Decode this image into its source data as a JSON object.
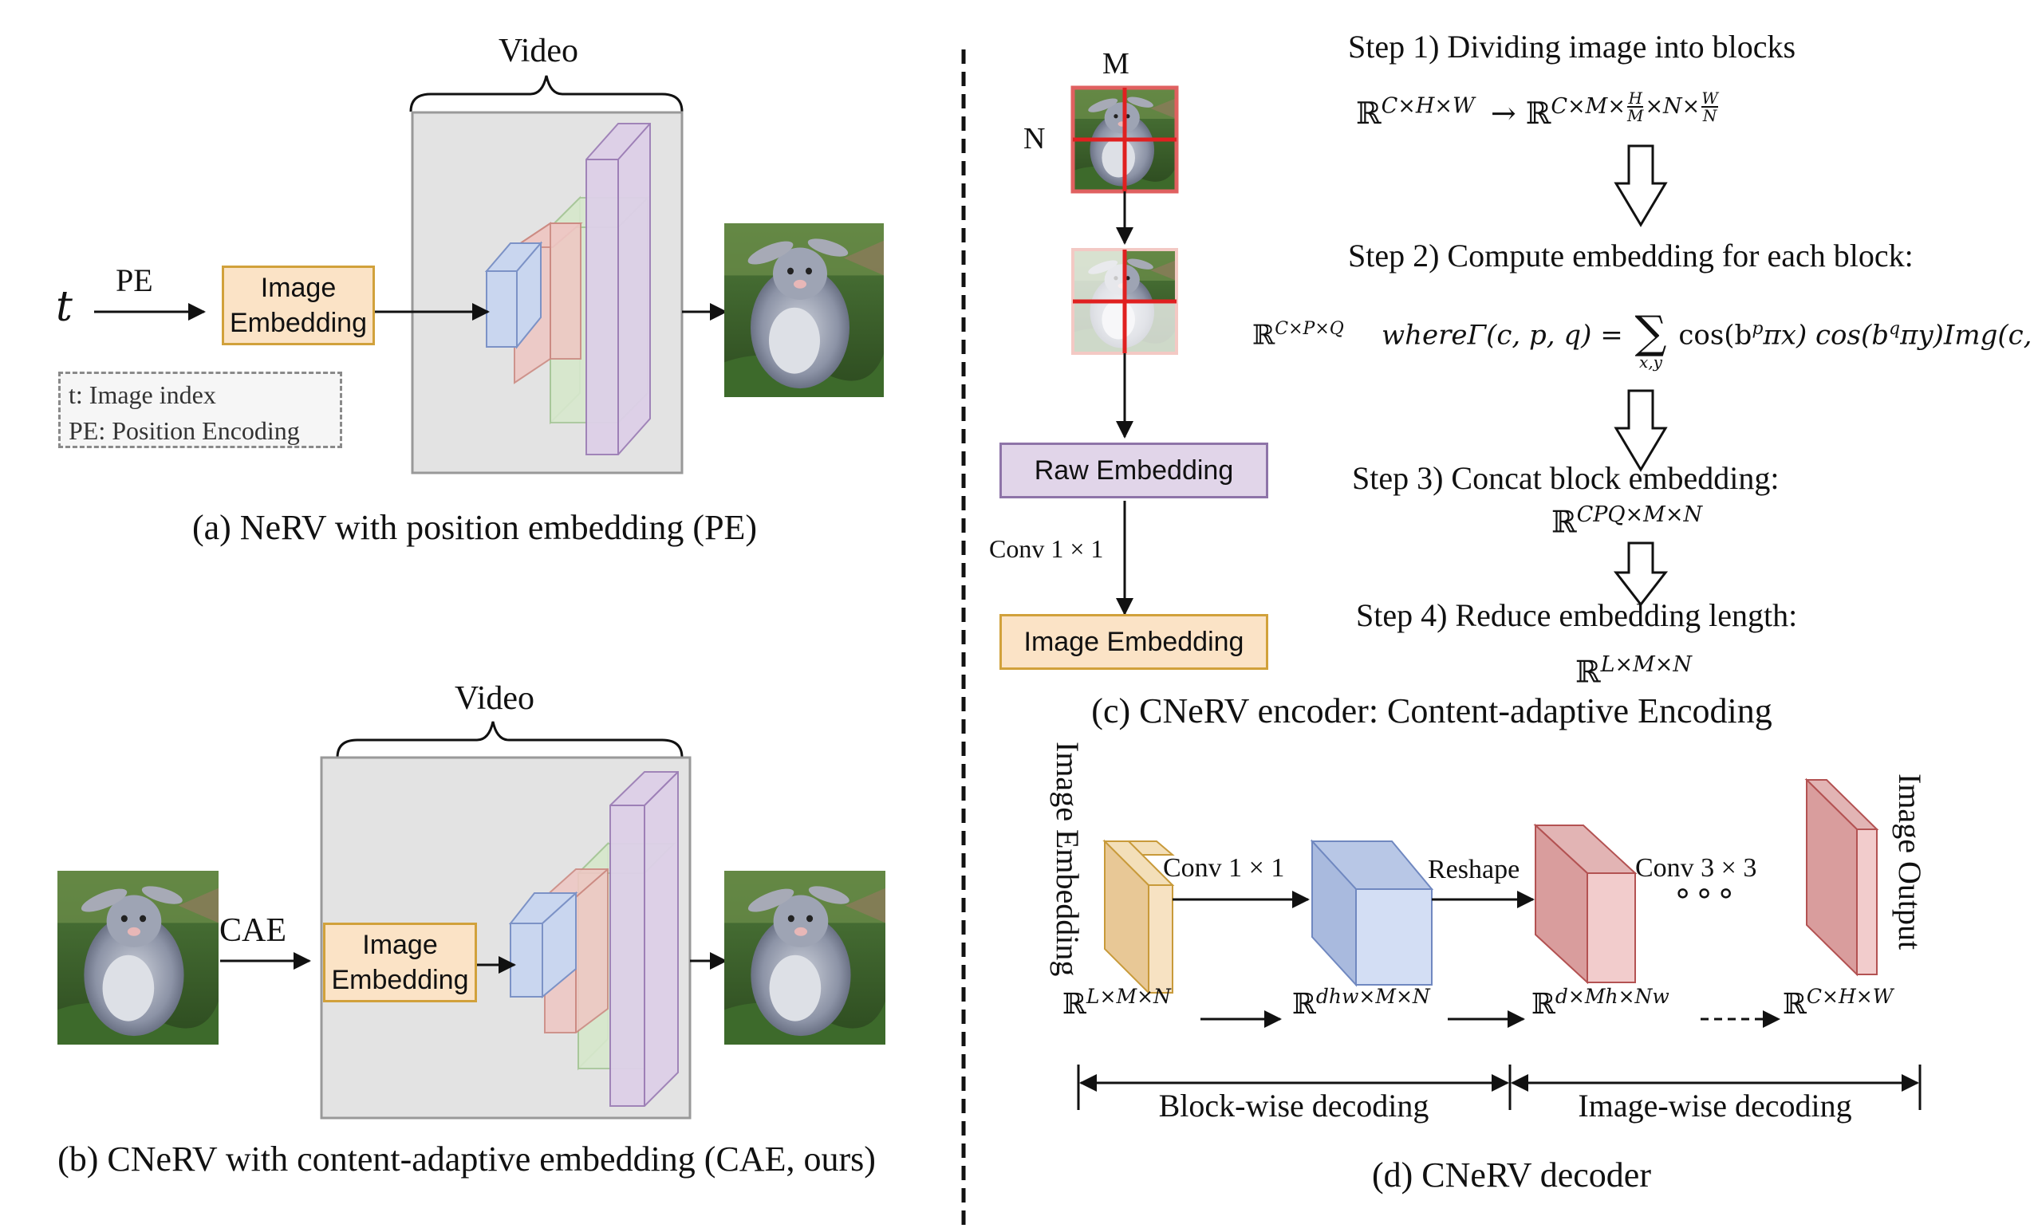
{
  "panel_a": {
    "video_label": "Video",
    "t_label": "t",
    "pe_label": "PE",
    "embedding_label_1": "Image",
    "embedding_label_2": "Embedding",
    "legend_t": "t: Image index",
    "legend_pe": "PE: Position Encoding",
    "caption": "(a) NeRV with  position embedding (PE)"
  },
  "panel_b": {
    "video_label": "Video",
    "cae_label": "CAE",
    "embedding_label_1": "Image",
    "embedding_label_2": "Embedding",
    "caption": "(b) CNeRV with content-adaptive embedding (CAE, ours)"
  },
  "panel_c": {
    "m_label": "M",
    "n_label": "N",
    "raw_embedding": "Raw Embedding",
    "conv_label": "Conv 1 × 1",
    "image_embedding": "Image Embedding",
    "step1": "Step 1)  Dividing image into blocks",
    "step1_math_lhs": "ℝ",
    "step1_math_lhs_sup": "C×H×W",
    "step1_math_arrow": "→ ℝ",
    "step1_math_rhs_sup": "C×M×",
    "step1_frac1_num": "H",
    "step1_frac1_den": "M",
    "step1_mid": "×N×",
    "step1_frac2_num": "W",
    "step1_frac2_den": "N",
    "step2": "Step 2)  Compute embedding for each block:",
    "step2_space": "ℝ",
    "step2_space_sup": "C×P×Q",
    "step2_formula_a": "whereΓ(c, p, q) =",
    "step2_sum": "∑",
    "step2_sum_sub": "x,y",
    "step2_formula_b": "cos(b",
    "step2_sup_p": "p",
    "step2_formula_c": "πx) cos(b",
    "step2_sup_q": "q",
    "step2_formula_d": "πy)Img(c, x, y)",
    "step3": "Step 3)  Concat block embedding:",
    "step3_math": "ℝ",
    "step3_math_sup": "CPQ×M×N",
    "step4": "Step 4)  Reduce embedding length:",
    "step4_math": "ℝ",
    "step4_math_sup": "L×M×N",
    "caption": "(c) CNeRV encoder: Content-adaptive Encoding"
  },
  "panel_d": {
    "image_embedding_vertical": "Image Embedding",
    "conv1": "Conv 1 × 1",
    "reshape": "Reshape",
    "conv3": "Conv 3 × 3",
    "dots": "∘∘∘",
    "image_output_vertical": "Image Output",
    "dim1": "ℝ",
    "dim1_sup": "L×M×N",
    "dim2": "ℝ",
    "dim2_sup": "dhw×M×N",
    "dim3": "ℝ",
    "dim3_sup": "d×Mh×Nw",
    "dim4": "ℝ",
    "dim4_sup": "C×H×W",
    "block_wise": "Block-wise decoding",
    "image_wise": "Image-wise decoding",
    "caption": "(d) CNeRV decoder"
  },
  "colors": {
    "embedding_fill": "#fbe3c6",
    "embedding_border": "#d1a13b",
    "raw_fill": "#e1d5e9",
    "raw_border": "#8e74a8",
    "blue_layer": "#c9d6ef",
    "red_layer": "#eec8c4",
    "green_layer": "#d7e8cd",
    "purple_layer": "#ddd0e8",
    "grid_red": "#e02020"
  }
}
